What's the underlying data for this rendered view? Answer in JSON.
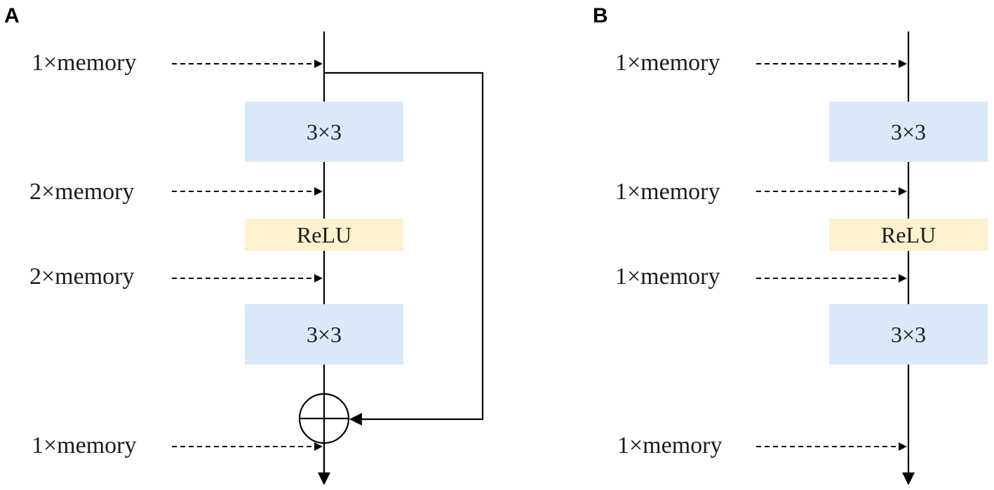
{
  "panels": [
    {
      "label": "A",
      "memory_labels": [
        "1×memory",
        "2×memory",
        "2×memory",
        "1×memory"
      ],
      "blocks": [
        "3×3",
        "ReLU",
        "3×3"
      ],
      "residual": true
    },
    {
      "label": "B",
      "memory_labels": [
        "1×memory",
        "1×memory",
        "1×memory",
        "1×memory"
      ],
      "blocks": [
        "3×3",
        "ReLU",
        "3×3"
      ],
      "residual": false
    }
  ]
}
